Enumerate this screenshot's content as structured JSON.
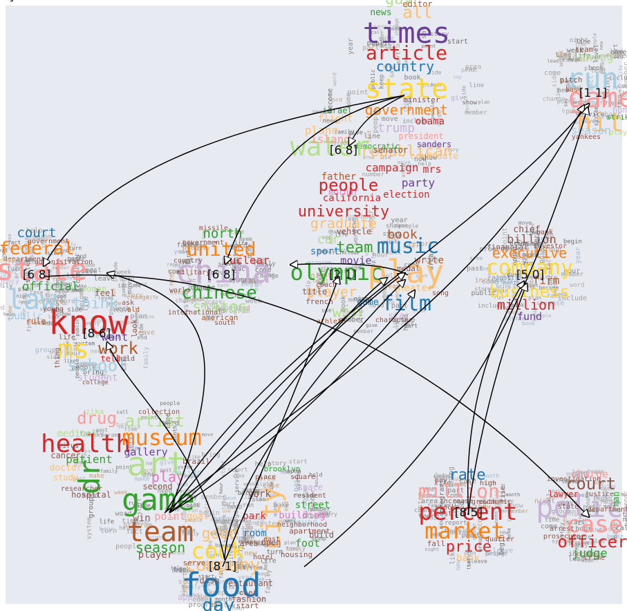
{
  "palette": [
    "#1f77b4",
    "#e6550d",
    "#2ca02c",
    "#d62728",
    "#6a3d9a",
    "#b15928",
    "#e377c2",
    "#8c564b",
    "#fdd835",
    "#a6cee3",
    "#fb9a99",
    "#fdbf6f",
    "#b2df8a",
    "#cab2d6",
    "#33a02c",
    "#ff7f0e"
  ],
  "clusters": [
    {
      "id": "politics",
      "label": "[6 8]",
      "words": [
        "gay",
        "editor",
        "news",
        "all",
        "times",
        "article",
        "country",
        "state",
        "government",
        "trump",
        "obama",
        "president",
        "republican",
        "campaign",
        "party",
        "election",
        "senator",
        "democratic",
        "water",
        "plane",
        "flight",
        "mrs",
        "candidate",
        "sanders",
        "israel",
        "father",
        "mother",
        "people",
        "california",
        "minister",
        "island"
      ]
    },
    {
      "id": "baseball",
      "label": "[1 1]",
      "words": [
        "team",
        "inning",
        "run",
        "game",
        "hit",
        "season",
        "yankees",
        "pitch",
        "base",
        "homer",
        "play",
        "strike",
        "home"
      ]
    },
    {
      "id": "law",
      "label": "[6 8]",
      "words": [
        "court",
        "federal",
        "state",
        "law",
        "official",
        "department",
        "government",
        "public",
        "rule",
        "administration",
        "agency",
        "issue"
      ]
    },
    {
      "id": "china",
      "label": "[6 8]",
      "words": [
        "north",
        "united",
        "nuclear",
        "china",
        "chinese",
        "states",
        "country",
        "american",
        "south",
        "government",
        "military",
        "missile",
        "international",
        "world"
      ]
    },
    {
      "id": "sports",
      "label": "[2 1]",
      "words": [
        "university",
        "graduate",
        "book",
        "car",
        "team",
        "music",
        "olympic",
        "play",
        "film",
        "player",
        "win",
        "movie",
        "write",
        "sport",
        "vehicle",
        "theater",
        "song",
        "star",
        "character",
        "title",
        "athlete",
        "coach",
        "medal",
        "french",
        "game"
      ]
    },
    {
      "id": "finance",
      "label": "[5 0]",
      "words": [
        "chief",
        "billion",
        "executive",
        "company",
        "deal",
        "firm",
        "business",
        "million",
        "fund",
        "financial",
        "investor",
        "bank"
      ]
    },
    {
      "id": "everyday",
      "label": "[8 6]",
      "words": [
        "know",
        "ms",
        "want",
        "work",
        "tell",
        "school",
        "student",
        "think",
        "woman",
        "life",
        "child",
        "feel",
        "look",
        "thing",
        "old",
        "ask",
        "college",
        "young"
      ]
    },
    {
      "id": "arts",
      "label": "[1 1]",
      "words": [
        "zika",
        "drug",
        "collection",
        "artist",
        "health",
        "museum",
        "medical",
        "gallery",
        "dr",
        "patient",
        "art",
        "cancer",
        "doctor",
        "study",
        "design",
        "game",
        "team",
        "season",
        "player",
        "win",
        "point",
        "goal",
        "second",
        "brazil",
        "play",
        "virus",
        "researcher",
        "hospital"
      ]
    },
    {
      "id": "food",
      "label": "[8 1]",
      "words": [
        "good",
        "cook",
        "company",
        "food",
        "day",
        "restaurant",
        "chef",
        "dish",
        "apple",
        "serve",
        "fashion",
        "start"
      ]
    },
    {
      "id": "city",
      "label": "",
      "words": [
        "brooklyn",
        "space",
        "square",
        "city",
        "street",
        "park",
        "building",
        "house",
        "room",
        "york",
        "foot",
        "place",
        "apartment",
        "hotel",
        "resident",
        "neighborhood",
        "housing",
        "east",
        "build",
        "open",
        "area"
      ]
    },
    {
      "id": "markets",
      "label": "[8 5]",
      "words": [
        "rate",
        "million",
        "percent",
        "market",
        "price",
        "bank",
        "pay",
        "stock",
        "high",
        "increase",
        "growth",
        "economic",
        "cost",
        "fall",
        "rise",
        "quarter"
      ]
    },
    {
      "id": "crime",
      "label": "",
      "words": [
        "charge",
        "court",
        "police",
        "case",
        "officer",
        "judge",
        "lawyer",
        "justice",
        "arrest",
        "prosecutor",
        "state",
        "crime",
        "investigation",
        "man",
        "department"
      ]
    }
  ]
}
